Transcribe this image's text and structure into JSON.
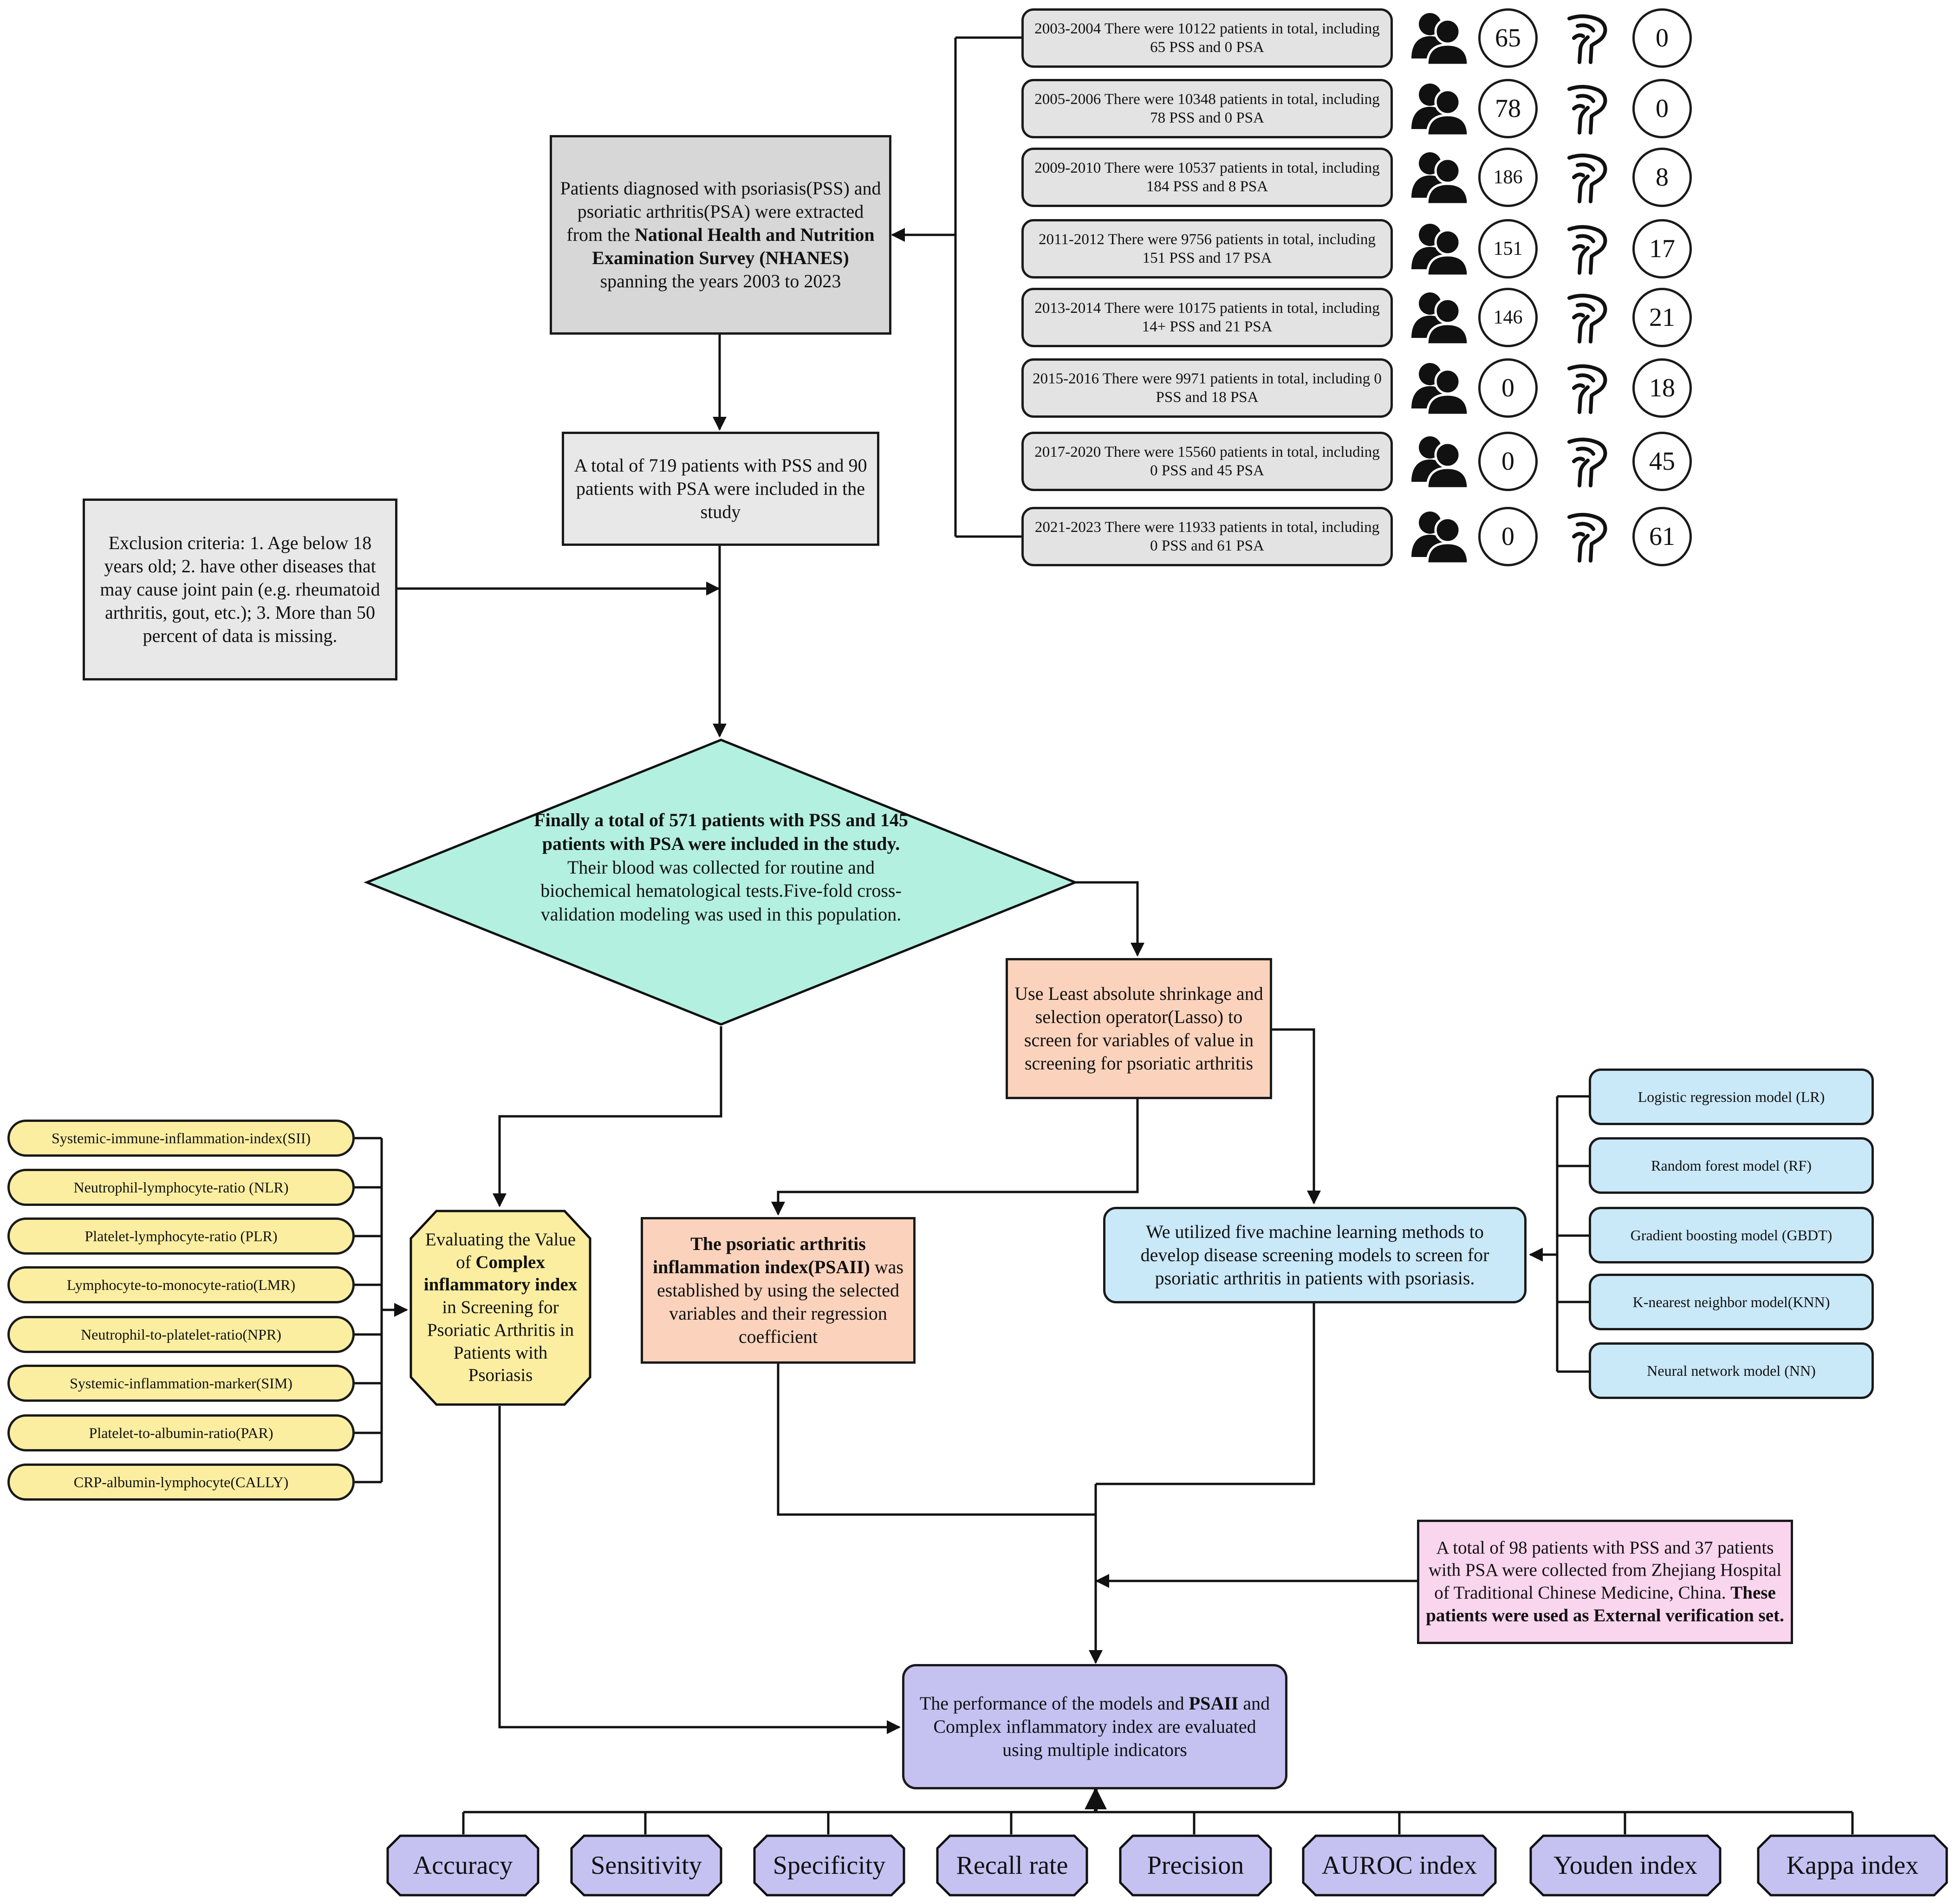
{
  "source": {
    "text_before": "Patients diagnosed with psoriasis(PSS) and psoriatic arthritis(PSA) were extracted from the ",
    "text_bold": "National Health and Nutrition Examination Survey (NHANES)",
    "text_after": " spanning the years 2003 to 2023"
  },
  "cohorts": [
    {
      "text": "2003-2004 There were 10122 patients in total, including 65 PSS and 0 PSA",
      "pss": "65",
      "psa": "0"
    },
    {
      "text": "2005-2006 There were 10348 patients in total, including 78 PSS and 0 PSA",
      "pss": "78",
      "psa": "0"
    },
    {
      "text": "2009-2010 There were 10537 patients in total, including 184 PSS and 8 PSA",
      "pss": "186",
      "psa": "8"
    },
    {
      "text": "2011-2012 There were 9756 patients in total, including 151 PSS and 17 PSA",
      "pss": "151",
      "psa": "17"
    },
    {
      "text": "2013-2014 There were  10175 patients in total, including 14+ PSS and 21 PSA",
      "pss": "146",
      "psa": "21"
    },
    {
      "text": "2015-2016 There were 9971 patients in total, including 0 PSS and 18 PSA",
      "pss": "0",
      "psa": "18"
    },
    {
      "text": "2017-2020 There were 15560 patients in total, including 0 PSS and 45 PSA",
      "pss": "0",
      "psa": "45"
    },
    {
      "text": "2021-2023 There were 11933 patients in total, including 0 PSS and 61 PSA",
      "pss": "0",
      "psa": "61"
    }
  ],
  "total": "A total of 719 patients with PSS and 90 patients with PSA were included in the study",
  "exclusion": "Exclusion criteria: 1. Age below 18 years old; 2. have other diseases that may cause joint pain (e.g. rheumatoid arthritis, gout, etc.); 3. More than 50 percent of data is missing.",
  "final": {
    "bold": "Finally a total of 571 patients with PSS and 145 patients with PSA were included in the study.",
    "rest": " Their blood was collected for routine and biochemical hematological tests.Five-fold cross-validation modeling was used in this population."
  },
  "lasso": "Use Least absolute shrinkage and selection operator(Lasso) to screen for variables of value in screening for psoriatic arthritis",
  "psaii": {
    "bold": "The psoriatic arthritis inflammation index(PSAII)",
    "rest": " was established by using the selected variables and their regression coefficient"
  },
  "ml": "We utilized five machine learning methods to develop disease screening models to screen for psoriatic arthritis in patients with psoriasis.",
  "models": [
    "Logistic regression model (LR)",
    "Random forest model (RF)",
    "Gradient boosting model (GBDT)",
    "K-nearest neighbor model(KNN)",
    "Neural network model (NN)"
  ],
  "indexes": [
    "Systemic-immune-inflammation-index(SII)",
    "Neutrophil-lymphocyte-ratio (NLR)",
    "Platelet-lymphocyte-ratio (PLR)",
    "Lymphocyte-to-monocyte-ratio(LMR)",
    "Neutrophil-to-platelet-ratio(NPR)",
    "Systemic-inflammation-marker(SIM)",
    "Platelet-to-albumin-ratio(PAR)",
    "CRP-albumin-lymphocyte(CALLY)"
  ],
  "complex": {
    "before": "Evaluating the Value of ",
    "bold": "Complex inflammatory index",
    "after": " in Screening for Psoriatic Arthritis in Patients with Psoriasis"
  },
  "external": {
    "before": "A total of 98 patients with PSS and 37 patients with PSA were collected from Zhejiang Hospital of Traditional Chinese Medicine, China. ",
    "bold": "These patients were used as External verification set."
  },
  "performance": {
    "before": "The performance of the models and ",
    "bold": "PSAII",
    "after": " and  Complex inflammatory index are evaluated using multiple indicators"
  },
  "metrics": [
    "Accuracy",
    "Sensitivity",
    "Specificity",
    "Recall rate",
    "Precision",
    "AUROC index",
    "Youden index",
    "Kappa index"
  ],
  "colors": {
    "source_box": "#d7d7d7",
    "total_box": "#e8e8e8",
    "diamond": "#b3f0df",
    "peach": "#fbd3bc",
    "blue": "#c9e8f8",
    "yellow": "#fbeea1",
    "pink": "#f9d5ee",
    "lavender": "#c5c2f2",
    "cohort_box": "#e3e3e3"
  },
  "icons": {
    "patients": "people-icon",
    "joint": "knee-joint-icon"
  }
}
